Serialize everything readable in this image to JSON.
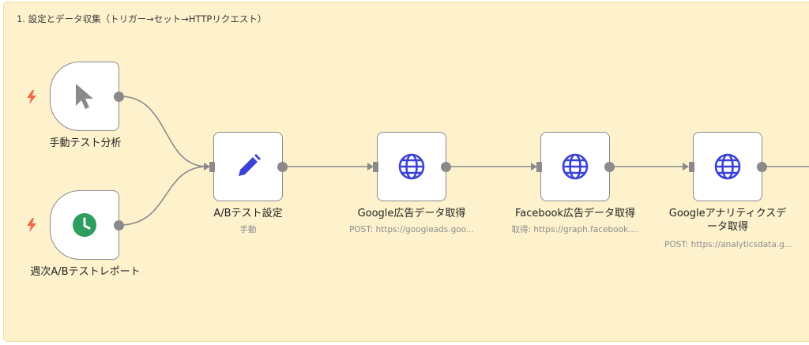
{
  "sticky": {
    "title": "1. 設定とデータ収集（トリガー→セット→HTTPリクエスト）"
  },
  "colors": {
    "sticky_bg": "#fdf2cc",
    "node_border": "#8a8a8a",
    "globe_icon": "#3b43d6",
    "pencil_icon": "#3b43d6",
    "clock_icon": "#2e9e5f",
    "bolt_icon": "#f26b4f"
  },
  "nodes": {
    "manual_trigger": {
      "label": "手動テスト分析",
      "icon": "cursor-icon"
    },
    "schedule_trigger": {
      "label": "週次A/Bテストレポート",
      "icon": "clock-icon"
    },
    "set_node": {
      "label": "A/Bテスト設定",
      "sub": "手動",
      "icon": "pencil-icon"
    },
    "google_ads": {
      "label": "Google広告データ取得",
      "sub": "POST: https://googleads.goo...",
      "icon": "globe-icon"
    },
    "facebook": {
      "label": "Facebook広告データ取得",
      "sub": "取得: https://graph.facebook....",
      "icon": "globe-icon"
    },
    "analytics": {
      "label": "Googleアナリティクスデータ取得",
      "sub": "POST: https://analyticsdata.g...",
      "icon": "globe-icon"
    }
  }
}
